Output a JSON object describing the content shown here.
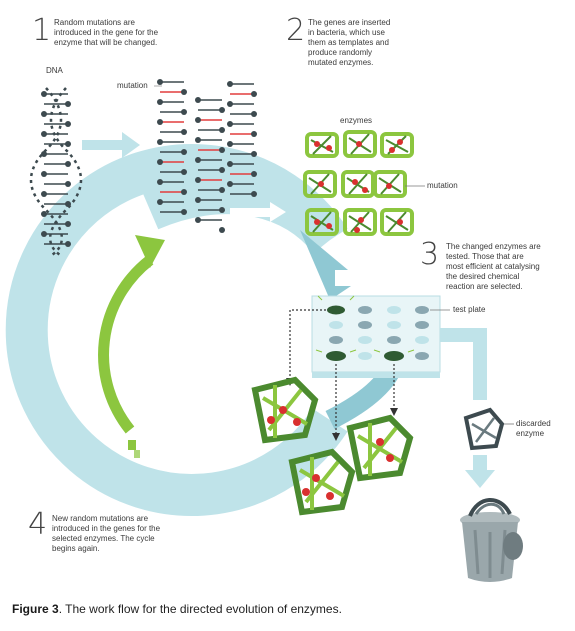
{
  "steps": [
    {
      "number": "1",
      "text": "Random mutations are\nintroduced in the gene for the\nenzyme that will be changed."
    },
    {
      "number": "2",
      "text": "The genes are inserted\nin bacteria, which use\nthem as templates and\nproduce randomly\nmutated enzymes."
    },
    {
      "number": "3",
      "text": "The changed enzymes are\ntested. Those that are\nmost efficient at catalysing\nthe desired chemical\nreaction are selected."
    },
    {
      "number": "4",
      "text": "New random mutations are\nintroduced in the genes for the\nselected enzymes. The cycle\nbegins again."
    }
  ],
  "labels": {
    "dna": "DNA",
    "mutation_dna": "mutation",
    "enzymes": "enzymes",
    "mutation_enzymes": "mutation",
    "test_plate": "test plate",
    "discarded": "discarded\nenzyme"
  },
  "caption": {
    "bold": "Figure 3",
    "text": ". The work flow for the directed evolution of enzymes."
  },
  "colors": {
    "cycle": "#bfe3e9",
    "cycle_dark": "#8fc8d3",
    "green_arrow": "#8cc63f",
    "dna_dark": "#3d4a4f",
    "dna_mutation": "#e23d3d",
    "enzyme_green": "#8cc63f",
    "enzyme_dark": "#4b8a2f",
    "red_dot": "#d9302f",
    "plate": "#e8f5f7",
    "bin": "#9aa7ab"
  }
}
